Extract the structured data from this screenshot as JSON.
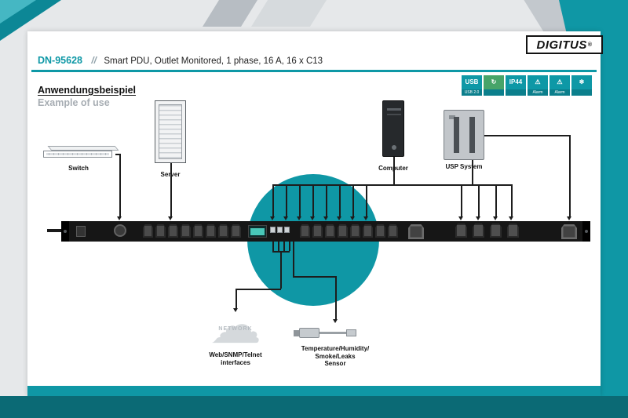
{
  "brand": {
    "name": "DIGITUS",
    "registered": "®"
  },
  "header": {
    "model": "DN-95628",
    "separator": "//",
    "title": "Smart PDU, Outlet Monitored, 1 phase, 16 A, 16 x C13"
  },
  "badges": [
    {
      "name": "usb",
      "glyph": "USB",
      "label": "USB 2.0",
      "color": "#0e98a6"
    },
    {
      "name": "eco",
      "glyph": "↻",
      "label": "",
      "color": "#47a469"
    },
    {
      "name": "ip44",
      "glyph": "IP44",
      "label": "",
      "color": "#0e98a6"
    },
    {
      "name": "alarm-1",
      "glyph": "⚠",
      "label": "Alarm",
      "color": "#0e98a6"
    },
    {
      "name": "alarm-2",
      "glyph": "⚠",
      "label": "Alarm",
      "color": "#0e98a6"
    },
    {
      "name": "climate",
      "glyph": "❄",
      "label": "",
      "color": "#0e98a6"
    }
  ],
  "section": {
    "heading_de": "Anwendungsbeispiel",
    "heading_en": "Example of use"
  },
  "devices": {
    "switch_label": "Switch",
    "server_label": "Server",
    "computer_label": "Computer",
    "ups_label": "USP System"
  },
  "network": {
    "cloud_text": "NETWORK",
    "caption_line1": "Web/SNMP/Telnet",
    "caption_line2": "interfaces"
  },
  "sensor": {
    "caption_line1": "Temperature/Humidity/",
    "caption_line2": "Smoke/Leaks",
    "caption_line3": "Sensor"
  },
  "pdu": {
    "group_a": 8,
    "group_b": 8,
    "group_c": 4
  },
  "colors": {
    "accent_teal": "#0e98a6",
    "dark_teal": "#0b6a75",
    "badge_green": "#47a469"
  }
}
